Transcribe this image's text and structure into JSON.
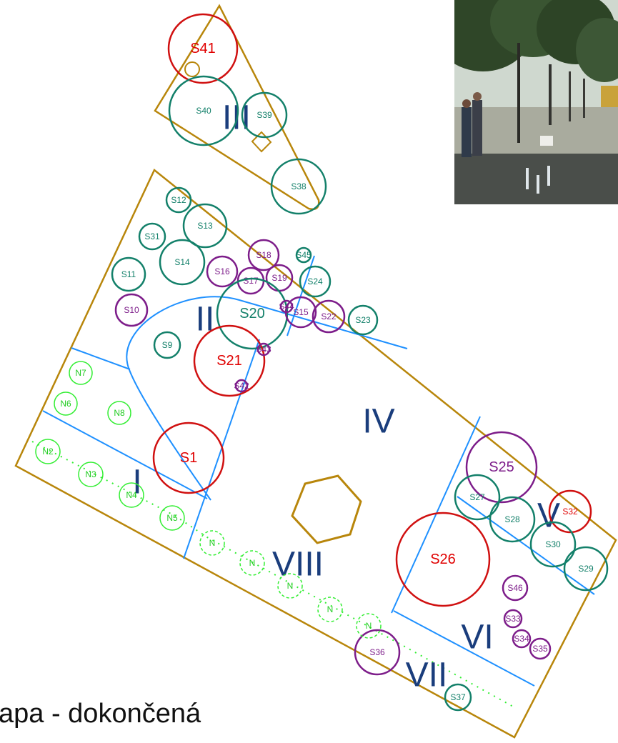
{
  "caption": "apa - dokončená",
  "colors": {
    "boundary": "#b8860b",
    "zone_line": "#1e90ff",
    "zone_label": "#1a3d7c",
    "tree_red": "#d01010",
    "tree_teal": "#13806a",
    "tree_purple": "#7d1d8a",
    "tree_green": "#33ee33",
    "label_red": "#e00000",
    "label_teal": "#13806a",
    "label_purple": "#7d1d8a",
    "label_green": "#22cc22"
  },
  "zones": [
    {
      "id": "I",
      "label": "I"
    },
    {
      "id": "II",
      "label": "II"
    },
    {
      "id": "III",
      "label": "III"
    },
    {
      "id": "IV",
      "label": "IV"
    },
    {
      "id": "V",
      "label": "V"
    },
    {
      "id": "VI",
      "label": "VI"
    },
    {
      "id": "VII",
      "label": "VII"
    },
    {
      "id": "VIII",
      "label": "VIII"
    }
  ],
  "trees": [
    {
      "label": "S41",
      "group": "red"
    },
    {
      "label": "S40",
      "group": "teal"
    },
    {
      "label": "S39",
      "group": "teal"
    },
    {
      "label": "S38",
      "group": "teal"
    },
    {
      "label": "S12",
      "group": "teal"
    },
    {
      "label": "S13",
      "group": "teal"
    },
    {
      "label": "S31",
      "group": "teal"
    },
    {
      "label": "S14",
      "group": "teal"
    },
    {
      "label": "S11",
      "group": "teal"
    },
    {
      "label": "S10",
      "group": "purple"
    },
    {
      "label": "S16",
      "group": "purple"
    },
    {
      "label": "S18",
      "group": "purple"
    },
    {
      "label": "S17",
      "group": "purple"
    },
    {
      "label": "S19",
      "group": "purple"
    },
    {
      "label": "S45",
      "group": "teal"
    },
    {
      "label": "S24",
      "group": "teal"
    },
    {
      "label": "S20",
      "group": "teal"
    },
    {
      "label": "S44",
      "group": "purple"
    },
    {
      "label": "S15",
      "group": "purple"
    },
    {
      "label": "S22",
      "group": "purple"
    },
    {
      "label": "S23",
      "group": "teal"
    },
    {
      "label": "S9",
      "group": "teal"
    },
    {
      "label": "S21",
      "group": "red"
    },
    {
      "label": "S43",
      "group": "purple"
    },
    {
      "label": "S42",
      "group": "purple"
    },
    {
      "label": "S1",
      "group": "red"
    },
    {
      "label": "S25",
      "group": "purple"
    },
    {
      "label": "S27",
      "group": "teal"
    },
    {
      "label": "S28",
      "group": "teal"
    },
    {
      "label": "S32",
      "group": "red"
    },
    {
      "label": "S30",
      "group": "teal"
    },
    {
      "label": "S29",
      "group": "teal"
    },
    {
      "label": "S26",
      "group": "red"
    },
    {
      "label": "S46",
      "group": "purple"
    },
    {
      "label": "S33",
      "group": "purple"
    },
    {
      "label": "S34",
      "group": "purple"
    },
    {
      "label": "S35",
      "group": "purple"
    },
    {
      "label": "S36",
      "group": "purple"
    },
    {
      "label": "S37",
      "group": "teal"
    },
    {
      "label": "N7",
      "group": "green"
    },
    {
      "label": "N6",
      "group": "green"
    },
    {
      "label": "N8",
      "group": "green"
    },
    {
      "label": "N2",
      "group": "green"
    },
    {
      "label": "N3",
      "group": "green"
    },
    {
      "label": "N4",
      "group": "green"
    },
    {
      "label": "N5",
      "group": "green"
    },
    {
      "label": "N",
      "group": "green"
    },
    {
      "label": "N",
      "group": "green"
    },
    {
      "label": "N",
      "group": "green"
    },
    {
      "label": "N",
      "group": "green"
    },
    {
      "label": "N",
      "group": "green"
    }
  ]
}
